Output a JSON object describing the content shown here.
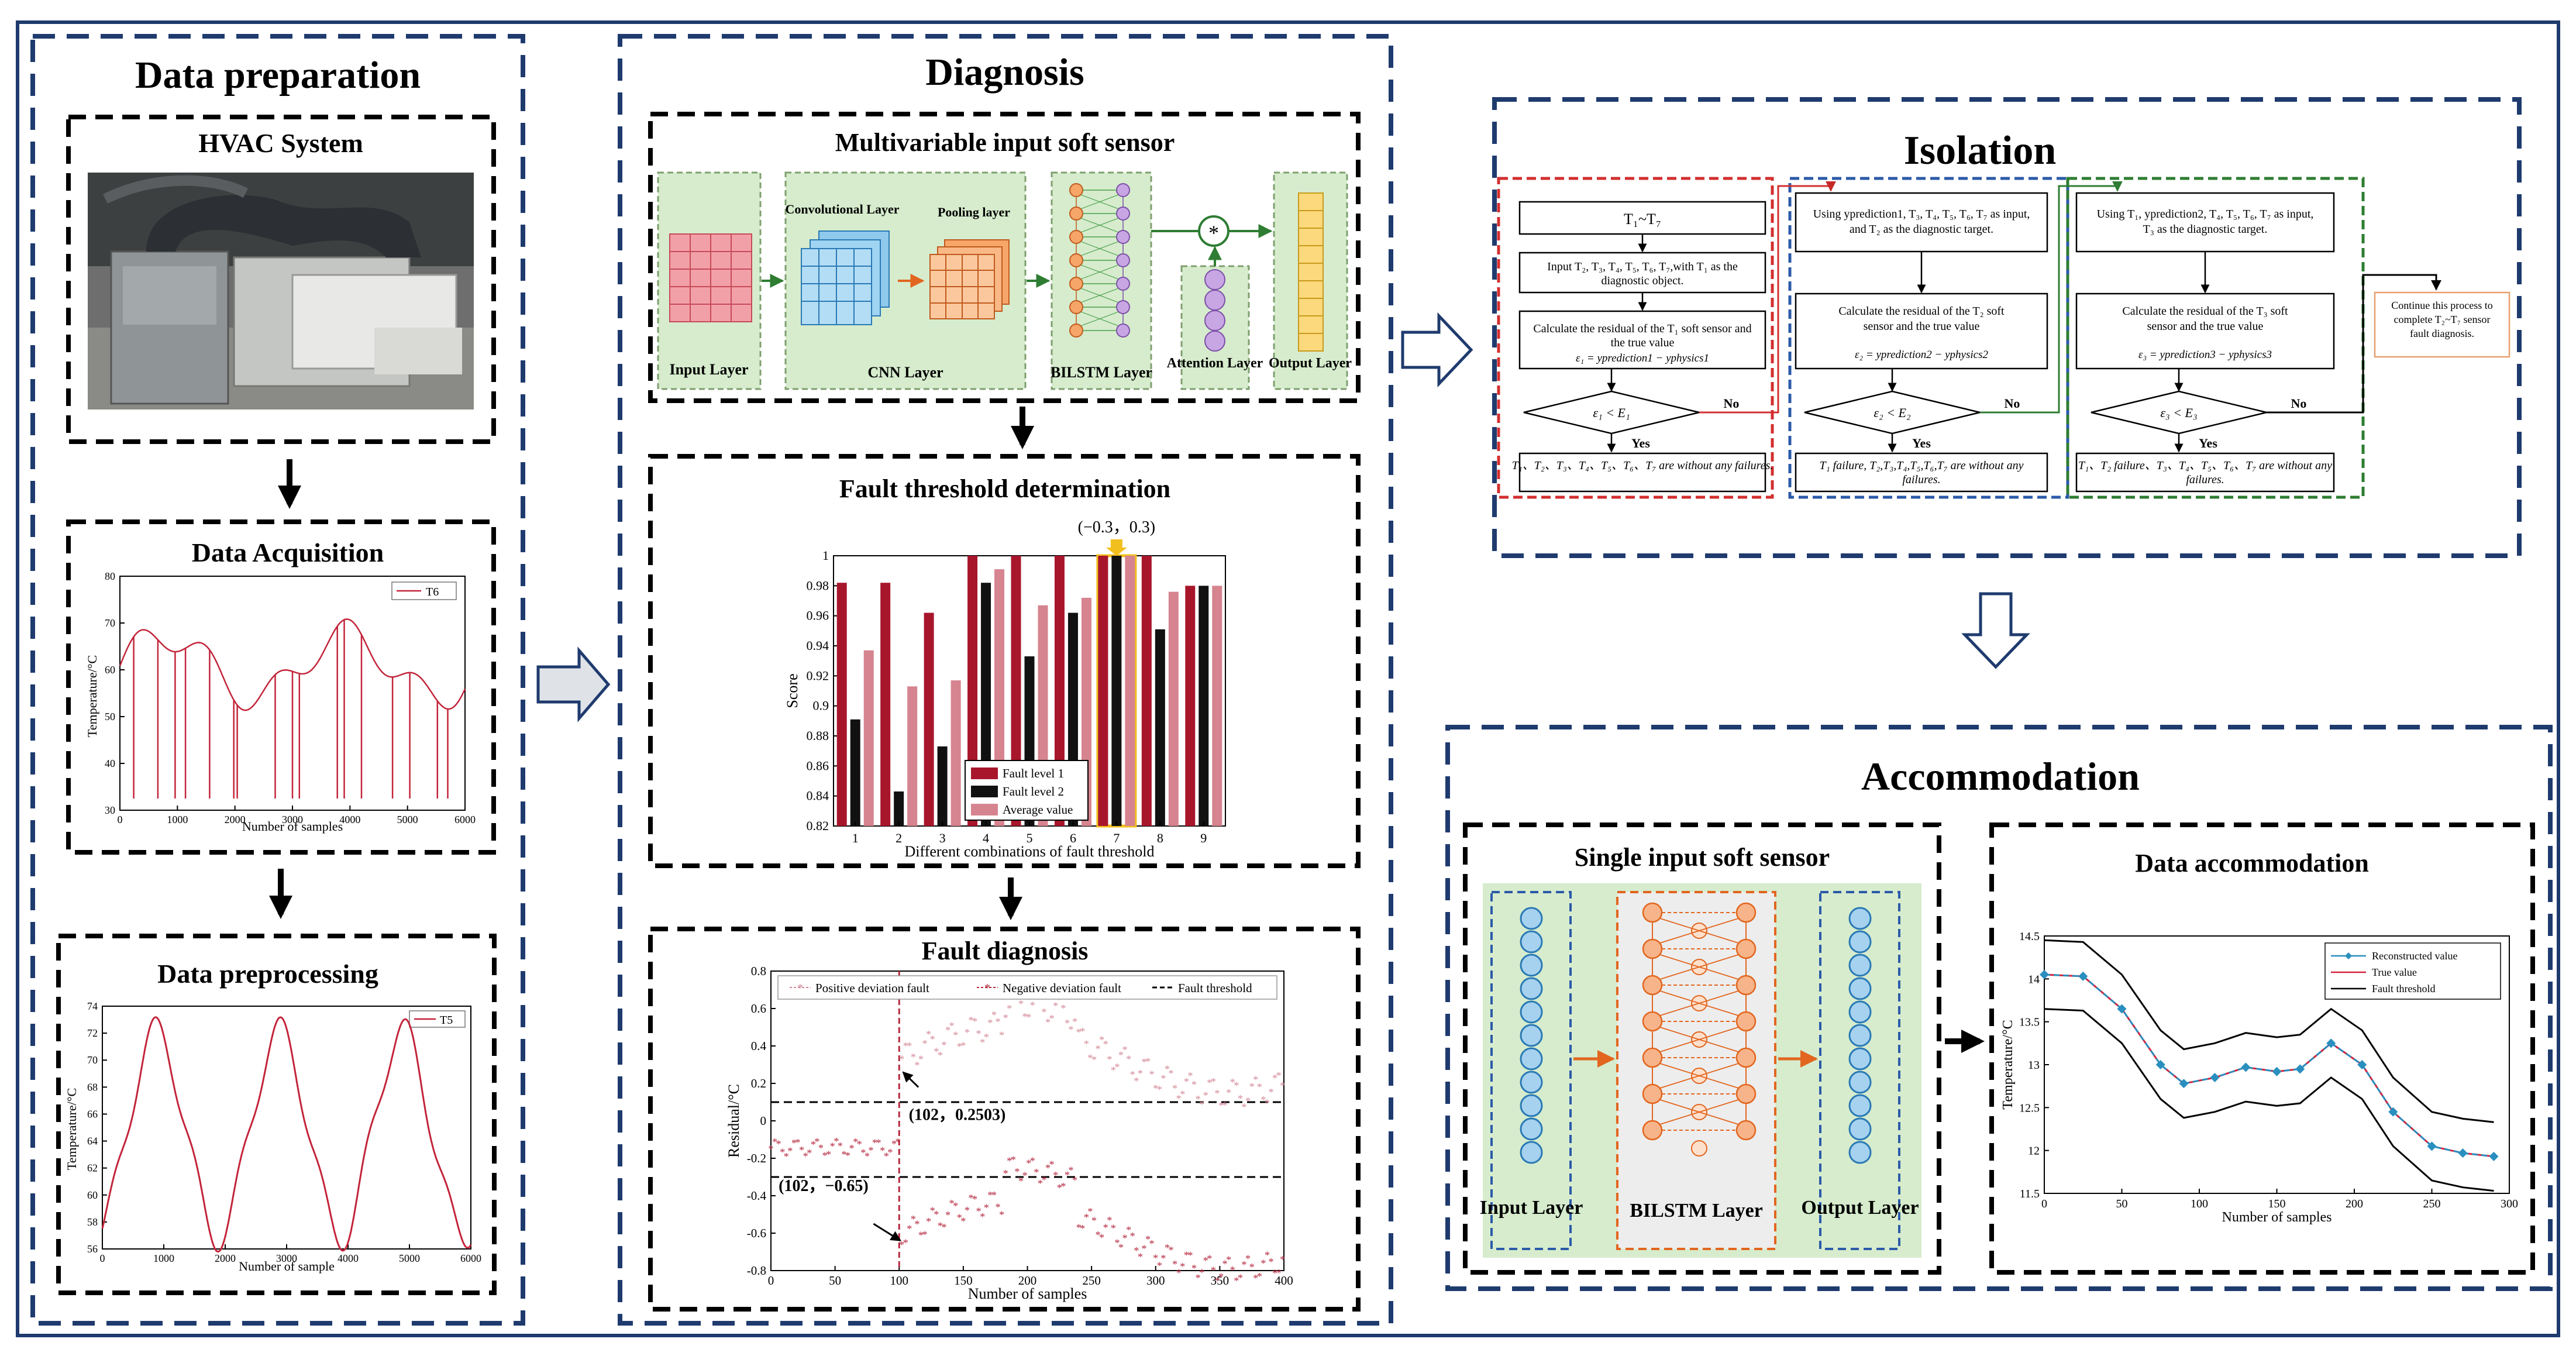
{
  "sections": {
    "prep": {
      "title": "Data preparation",
      "hvac_title": "HVAC System",
      "acq_title": "Data Acquisition",
      "pre_title": "Data preprocessing"
    },
    "diag": {
      "title": "Diagnosis",
      "soft_title": "Multivariable input soft sensor",
      "thr_title": "Fault threshold determination",
      "fd_title": "Fault diagnosis"
    },
    "iso": {
      "title": "Isolation"
    },
    "acc": {
      "title": "Accommodation",
      "single_title": "Single input soft sensor",
      "da_title": "Data accommodation"
    }
  },
  "cnn": {
    "input_layer": "Input Layer",
    "conv_layer": "Convolutional Layer",
    "pool_layer": "Pooling layer",
    "cnn_layer": "CNN Layer",
    "bilstm_layer": "BILSTM Layer",
    "attention_layer": "Attention Layer",
    "output_layer": "Output Layer",
    "attn_symbol": "*"
  },
  "single": {
    "input": "Input Layer",
    "bilstm": "BILSTM Layer",
    "output": "Output Layer"
  },
  "isolation": {
    "col1": {
      "box1": "T₁~T₇",
      "box2": "Input T₂, T₃, T₄, T₅, T₆, T₇,with T₁ as the diagnostic object.",
      "box3": "Calculate the residual of the T₁ soft sensor and the true value",
      "formula": "ε₁ = yprediction1 − yphysics1",
      "decision": "ε₁ < E₁",
      "no": "No",
      "yes": "Yes",
      "result": "T₁、T₂、T₃、T₄、T₅、T₆、T₇ are without any failures."
    },
    "col2": {
      "box1": "Using yprediction1, T₃, T₄, T₅, T₆, T₇ as input, and T₂ as the diagnostic target.",
      "box2": "Calculate the residual of the T₂ soft sensor and the true value",
      "formula": "ε₂ = yprediction2 − yphysics2",
      "decision": "ε₂ < E₂",
      "no": "No",
      "yes": "Yes",
      "result": "T₁ failure, T₂,T₃,T₄,T₅,T₆,T₇ are without any failures."
    },
    "col3": {
      "box1": "Using T₁, yprediction2, T₄, T₅, T₆, T₇ as input, T₃ as the diagnostic target.",
      "box2": "Calculate the residual of the T₃ soft sensor and the true value",
      "formula": "ε₃ = yprediction3 − yphysics3",
      "decision": "ε₃ < E₃",
      "no": "No",
      "yes": "Yes",
      "result": "T₁、T₂ failure、T₃、T₄、T₅、T₆、T₇ are without any failures."
    },
    "continue": "Continue this process to complete T₂~T₇ sensor fault diagnosis."
  },
  "acq_plot": {
    "ylabel": "Temperature/°C",
    "xlabel": "Number of samples",
    "yticks": [
      "30",
      "40",
      "50",
      "60",
      "70",
      "80"
    ],
    "xticks": [
      "0",
      "1000",
      "2000",
      "3000",
      "4000",
      "5000",
      "6000"
    ],
    "legend": "T6"
  },
  "pre_plot": {
    "ylabel": "Temperature/°C",
    "xlabel": "Number of sample",
    "yticks": [
      "56",
      "58",
      "60",
      "62",
      "64",
      "66",
      "68",
      "70",
      "72",
      "74"
    ],
    "xticks": [
      "0",
      "1000",
      "2000",
      "3000",
      "4000",
      "5000",
      "6000"
    ],
    "legend": "T5"
  },
  "chart_data": [
    {
      "type": "bar",
      "title": "Fault threshold determination",
      "xlabel": "Different combinations of fault threshold",
      "ylabel": "Score",
      "categories": [
        "1",
        "2",
        "3",
        "4",
        "5",
        "6",
        "7",
        "8",
        "9"
      ],
      "ylim": [
        0.82,
        1.0
      ],
      "yticks": [
        "0.82",
        "0.84",
        "0.86",
        "0.88",
        "0.9",
        "0.92",
        "0.94",
        "0.96",
        "0.98",
        "1"
      ],
      "series": [
        {
          "name": "Fault level 1",
          "color": "#a8162c",
          "values": [
            0.982,
            0.982,
            0.962,
            1.0,
            1.0,
            1.0,
            1.0,
            1.0,
            0.98
          ]
        },
        {
          "name": "Fault level 2",
          "color": "#111111",
          "values": [
            0.891,
            0.843,
            0.873,
            0.982,
            0.933,
            0.962,
            1.0,
            0.951,
            0.98
          ]
        },
        {
          "name": "Average value",
          "color": "#d6848f",
          "values": [
            0.937,
            0.913,
            0.917,
            0.991,
            0.967,
            0.972,
            1.0,
            0.976,
            0.98
          ]
        }
      ],
      "highlight_category": "7",
      "highlight_label": "(−0.3，0.3)",
      "legend_position": "bottom-right"
    },
    {
      "type": "scatter",
      "title": "Fault diagnosis",
      "xlabel": "Number of samples",
      "ylabel": "Residual/°C",
      "xlim": [
        0,
        400
      ],
      "ylim": [
        -0.8,
        0.8
      ],
      "xticks": [
        "0",
        "50",
        "100",
        "150",
        "200",
        "250",
        "300",
        "350",
        "400"
      ],
      "yticks": [
        "-0.8",
        "-0.6",
        "-0.4",
        "-0.2",
        "0",
        "0.2",
        "0.4",
        "0.6",
        "0.8"
      ],
      "series": [
        {
          "name": "Positive deviation fault",
          "color": "#d48a98"
        },
        {
          "name": "Negative deviation fault",
          "color": "#b5283f"
        },
        {
          "name": "Fault threshold",
          "color": "#000000"
        }
      ],
      "thresholds": [
        0.1,
        -0.3
      ],
      "fault_onset_x": 100,
      "annotations": [
        "(102，0.2503)",
        "(102，−0.65)"
      ]
    },
    {
      "type": "line",
      "title": "Data accommodation",
      "xlabel": "Number of samples",
      "ylabel": "Temperature/°C",
      "xlim": [
        0,
        300
      ],
      "ylim": [
        11.5,
        14.5
      ],
      "xticks": [
        "0",
        "50",
        "100",
        "150",
        "200",
        "250",
        "300"
      ],
      "yticks": [
        "11.5",
        "12",
        "12.5",
        "13",
        "13.5",
        "14",
        "14.5"
      ],
      "x": [
        0,
        25,
        50,
        75,
        90,
        110,
        130,
        150,
        165,
        185,
        205,
        225,
        250,
        270,
        290
      ],
      "series": [
        {
          "name": "Reconstructed value",
          "color": "#2a8fbf",
          "values": [
            14.05,
            14.03,
            13.65,
            13.0,
            12.78,
            12.85,
            12.97,
            12.92,
            12.95,
            13.25,
            13.0,
            12.45,
            12.05,
            11.97,
            11.93
          ]
        },
        {
          "name": "True value",
          "color": "#d2233c",
          "values": [
            14.05,
            14.03,
            13.65,
            13.0,
            12.78,
            12.85,
            12.97,
            12.92,
            12.95,
            13.25,
            13.0,
            12.45,
            12.05,
            11.97,
            11.93
          ]
        },
        {
          "name": "Fault threshold",
          "color": "#000000",
          "values": [
            14.45,
            14.43,
            14.05,
            13.4,
            13.18,
            13.25,
            13.37,
            13.32,
            13.35,
            13.65,
            13.4,
            12.85,
            12.45,
            12.37,
            12.33
          ]
        },
        {
          "name": "Fault threshold",
          "color": "#000000",
          "values": [
            13.65,
            13.63,
            13.25,
            12.6,
            12.38,
            12.45,
            12.57,
            12.52,
            12.55,
            12.85,
            12.6,
            12.05,
            11.65,
            11.57,
            11.53
          ]
        }
      ]
    }
  ]
}
